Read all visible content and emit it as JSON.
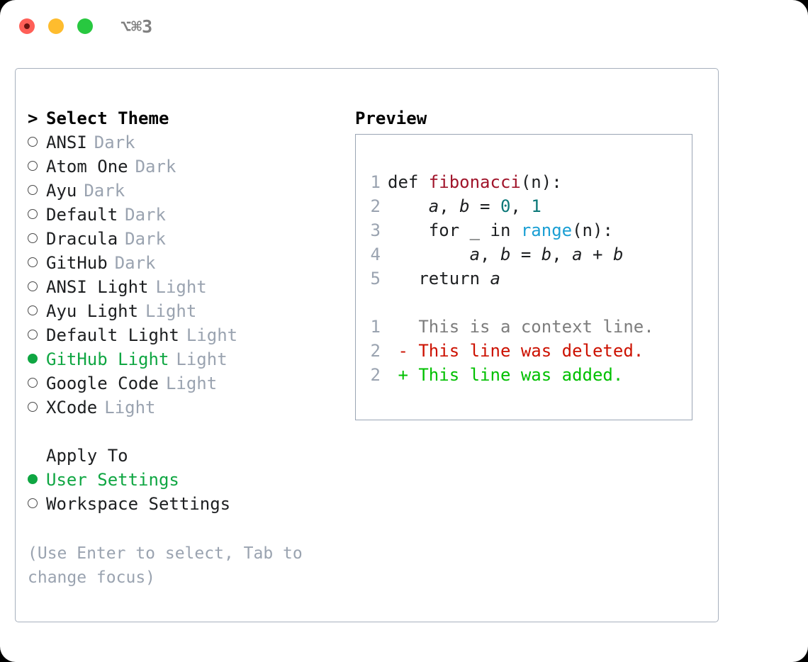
{
  "titlebar": {
    "shortcut": "⌥⌘3",
    "lights": [
      "close",
      "minimize",
      "maximize"
    ]
  },
  "colors": {
    "selected_green": "#0fa642",
    "muted": "#9aa3b0",
    "diff_deleted": "#cc1100",
    "diff_added": "#00c000",
    "syntax_function": "#a0142a",
    "syntax_number": "#0b7878",
    "syntax_builtin": "#1a9fd4",
    "panel_border": "#a7b0bd"
  },
  "theme_list": {
    "header_marker": ">",
    "header": "Select Theme",
    "items": [
      {
        "marker": "○",
        "label": "ANSI",
        "suffix": "Dark",
        "selected": false
      },
      {
        "marker": "○",
        "label": "Atom One",
        "suffix": "Dark",
        "selected": false
      },
      {
        "marker": "○",
        "label": "Ayu",
        "suffix": "Dark",
        "selected": false
      },
      {
        "marker": "○",
        "label": "Default",
        "suffix": "Dark",
        "selected": false
      },
      {
        "marker": "○",
        "label": "Dracula",
        "suffix": "Dark",
        "selected": false
      },
      {
        "marker": "○",
        "label": "GitHub",
        "suffix": "Dark",
        "selected": false
      },
      {
        "marker": "○",
        "label": "ANSI Light",
        "suffix": "Light",
        "selected": false
      },
      {
        "marker": "○",
        "label": "Ayu Light",
        "suffix": "Light",
        "selected": false
      },
      {
        "marker": "○",
        "label": "Default Light",
        "suffix": "Light",
        "selected": false
      },
      {
        "marker": "●",
        "label": "GitHub Light",
        "suffix": "Light",
        "selected": true
      },
      {
        "marker": "○",
        "label": "Google Code",
        "suffix": "Light",
        "selected": false
      },
      {
        "marker": "○",
        "label": "XCode",
        "suffix": "Light",
        "selected": false
      }
    ]
  },
  "apply_to": {
    "header": "Apply To",
    "items": [
      {
        "marker": "●",
        "label": "User Settings",
        "selected": true
      },
      {
        "marker": "○",
        "label": "Workspace Settings",
        "selected": false
      }
    ]
  },
  "hint": "(Use Enter to select, Tab to change focus)",
  "preview": {
    "title": "Preview",
    "code_lines": [
      {
        "no": "1",
        "tokens": [
          {
            "t": "def ",
            "k": "plain"
          },
          {
            "t": "fibonacci",
            "k": "fn"
          },
          {
            "t": "(n):",
            "k": "plain"
          }
        ]
      },
      {
        "no": "2",
        "tokens": [
          {
            "t": "    ",
            "k": "plain"
          },
          {
            "t": "a",
            "k": "var"
          },
          {
            "t": ", ",
            "k": "plain"
          },
          {
            "t": "b",
            "k": "var"
          },
          {
            "t": " = ",
            "k": "plain"
          },
          {
            "t": "0",
            "k": "num"
          },
          {
            "t": ", ",
            "k": "plain"
          },
          {
            "t": "1",
            "k": "num"
          }
        ]
      },
      {
        "no": "3",
        "tokens": [
          {
            "t": "    for _ in ",
            "k": "plain"
          },
          {
            "t": "range",
            "k": "builtin"
          },
          {
            "t": "(n):",
            "k": "plain"
          }
        ]
      },
      {
        "no": "4",
        "tokens": [
          {
            "t": "        ",
            "k": "plain"
          },
          {
            "t": "a",
            "k": "var"
          },
          {
            "t": ", ",
            "k": "plain"
          },
          {
            "t": "b",
            "k": "var"
          },
          {
            "t": " = ",
            "k": "plain"
          },
          {
            "t": "b",
            "k": "var"
          },
          {
            "t": ", ",
            "k": "plain"
          },
          {
            "t": "a",
            "k": "var"
          },
          {
            "t": " + ",
            "k": "plain"
          },
          {
            "t": "b",
            "k": "var"
          }
        ]
      },
      {
        "no": "5",
        "tokens": [
          {
            "t": "   return ",
            "k": "plain"
          },
          {
            "t": "a",
            "k": "var"
          }
        ]
      }
    ],
    "diff_lines": [
      {
        "no": "1",
        "sign": " ",
        "text": " This is a context line.",
        "kind": "context"
      },
      {
        "no": "2",
        "sign": "-",
        "text": " This line was deleted.",
        "kind": "deleted"
      },
      {
        "no": "2",
        "sign": "+",
        "text": " This line was added.",
        "kind": "added"
      }
    ]
  }
}
